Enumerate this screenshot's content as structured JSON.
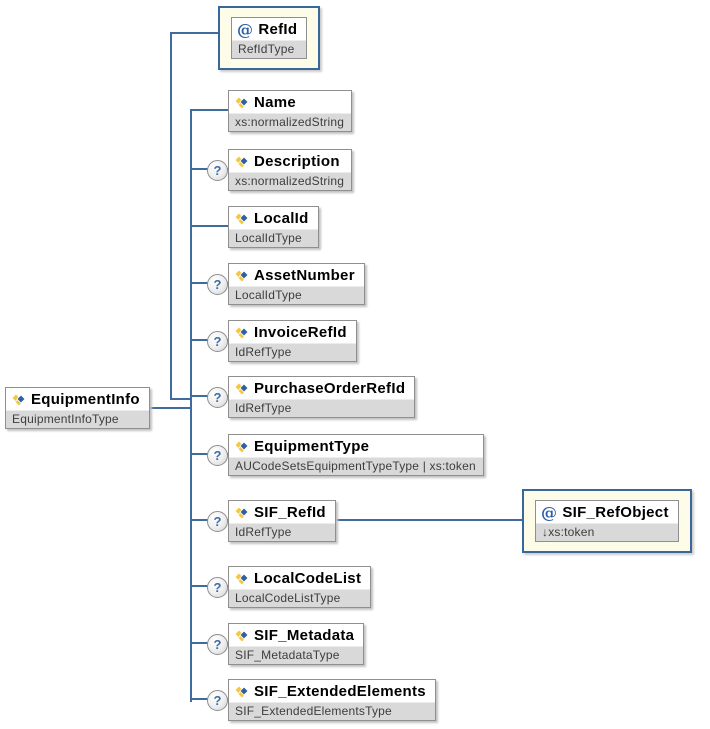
{
  "root": {
    "name": "EquipmentInfo",
    "type": "EquipmentInfoType"
  },
  "attribute": {
    "marker": "@",
    "name": "RefId",
    "type": "RefIdType"
  },
  "children": [
    {
      "name": "Name",
      "type": "xs:normalizedString",
      "optional": false
    },
    {
      "name": "Description",
      "type": "xs:normalizedString",
      "optional": true
    },
    {
      "name": "LocalId",
      "type": "LocalIdType",
      "optional": false
    },
    {
      "name": "AssetNumber",
      "type": "LocalIdType",
      "optional": true
    },
    {
      "name": "InvoiceRefId",
      "type": "IdRefType",
      "optional": true
    },
    {
      "name": "PurchaseOrderRefId",
      "type": "IdRefType",
      "optional": true
    },
    {
      "name": "EquipmentType",
      "type": "AUCodeSetsEquipmentTypeType | xs:token",
      "optional": true
    },
    {
      "name": "SIF_RefId",
      "type": "IdRefType",
      "optional": true
    },
    {
      "name": "LocalCodeList",
      "type": "LocalCodeListType",
      "optional": true
    },
    {
      "name": "SIF_Metadata",
      "type": "SIF_MetadataType",
      "optional": true
    },
    {
      "name": "SIF_ExtendedElements",
      "type": "SIF_ExtendedElementsType",
      "optional": true
    }
  ],
  "sif_ref_object": {
    "marker": "@",
    "name": "SIF_RefObject",
    "type": "↓xs:token"
  },
  "optional_marker": "?",
  "icons": {
    "element": "element-diamond-icon",
    "attribute": "at-icon",
    "optional": "question-icon"
  },
  "colors": {
    "connector": "#3f6b9d",
    "attribute_box_bg": "#fdfce9",
    "attribute_box_border": "#38689b",
    "type_strip_bg": "#d9d9d9",
    "element_box_border": "#8f8f8f"
  }
}
